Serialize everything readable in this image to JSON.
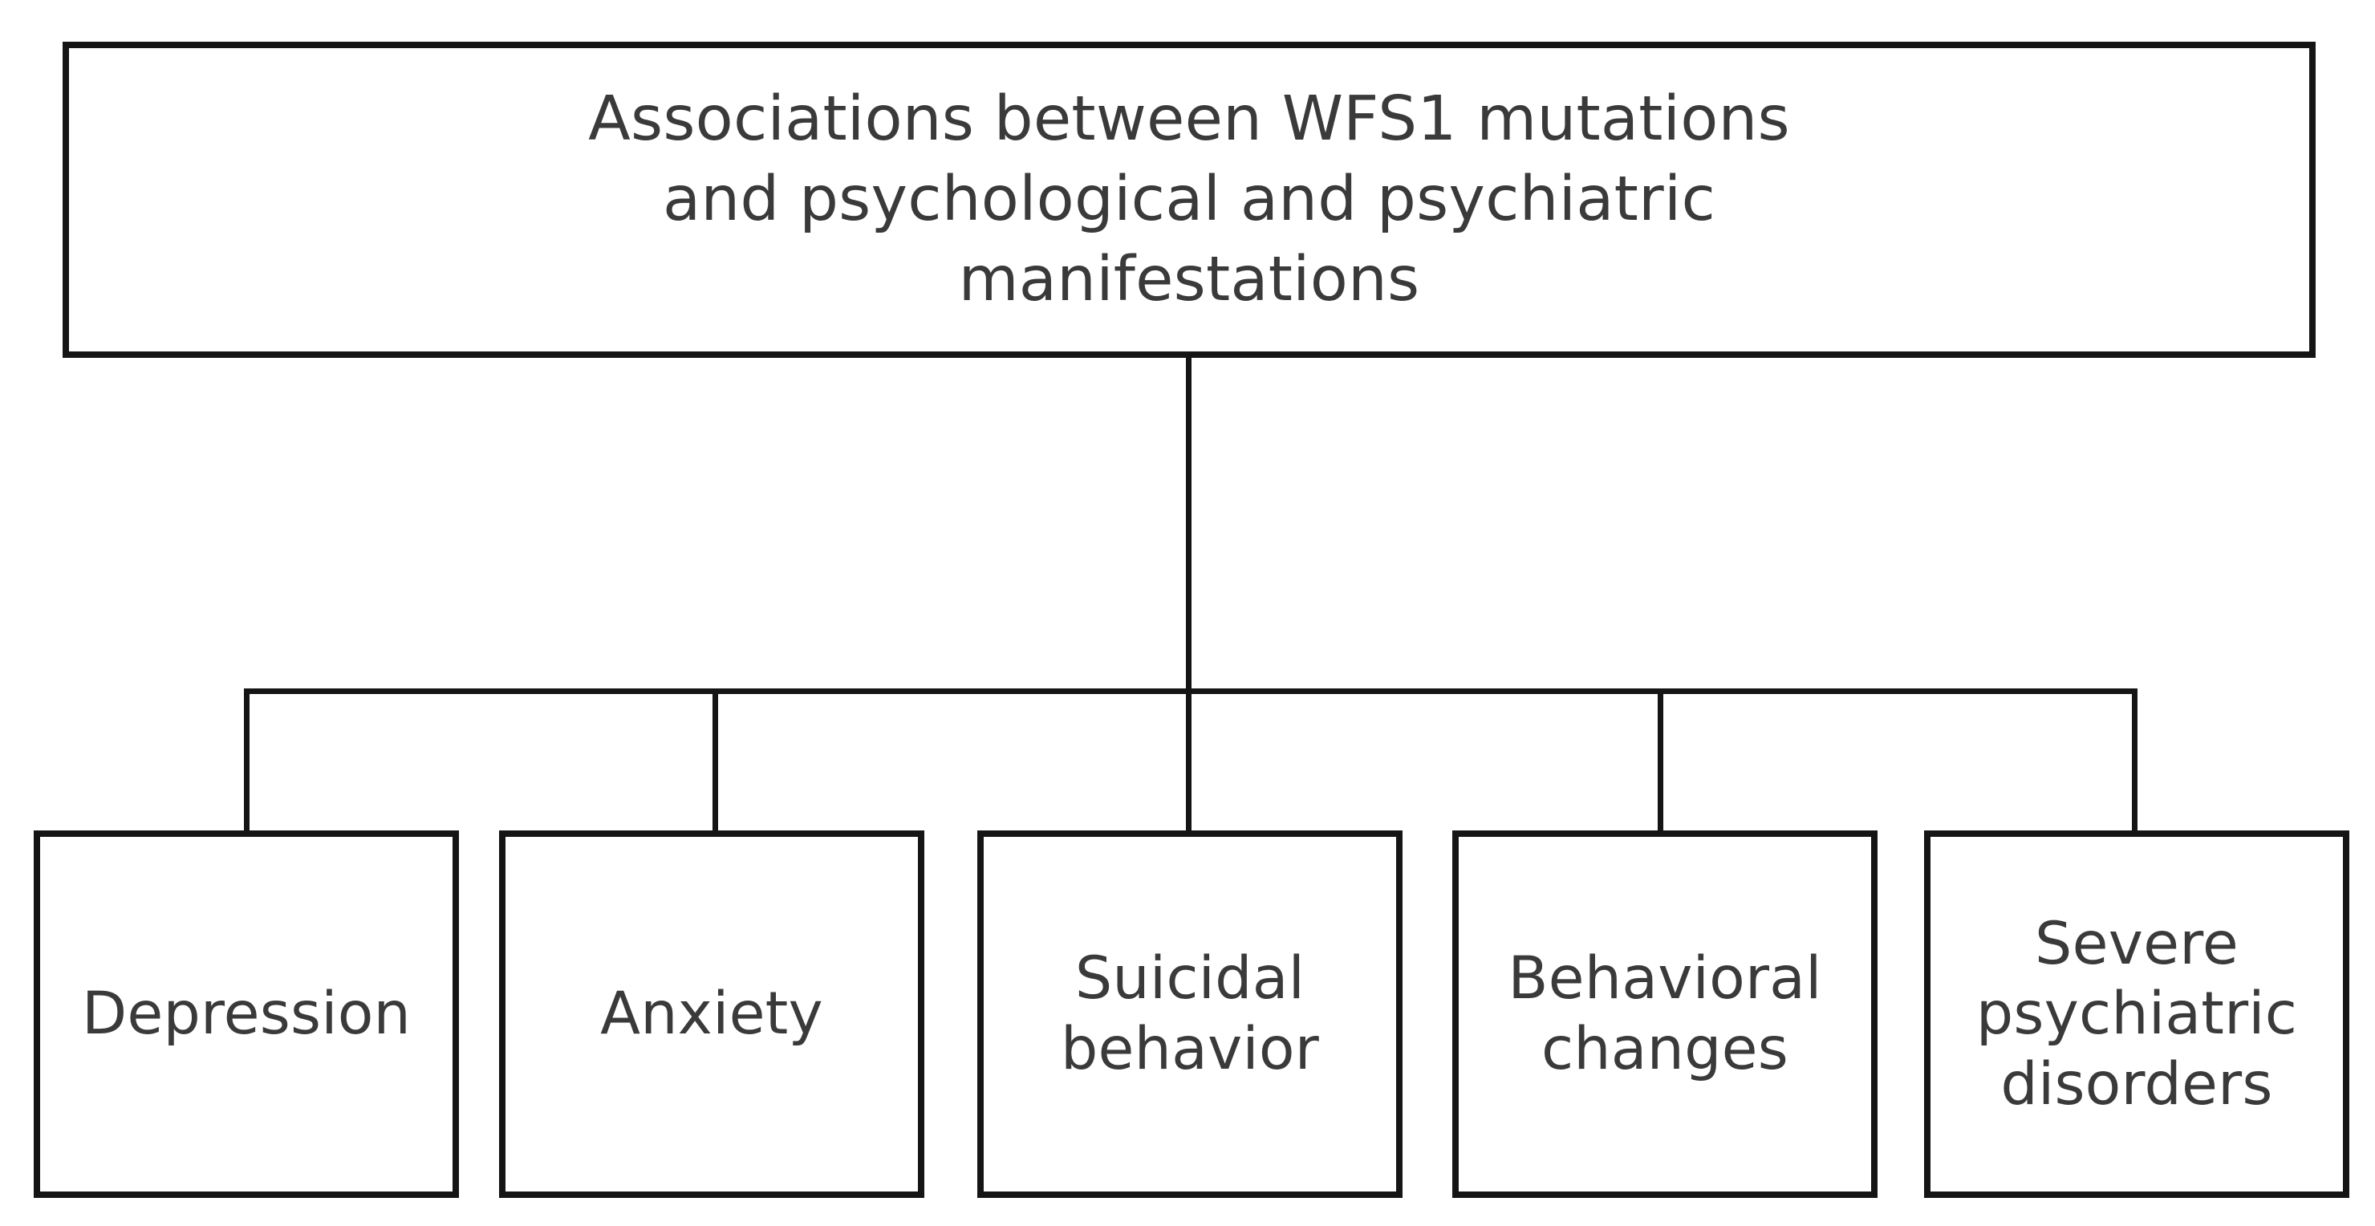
{
  "diagram": {
    "type": "tree",
    "orientation": "top-down",
    "title": "Associations between WFS1 mutations and psychological and psychiatric manifestations",
    "colors": {
      "border": "#151515",
      "box_fill": "#ffffff",
      "text": "#3a3a3a",
      "connector": "#151515",
      "background": "#ffffff"
    },
    "root": {
      "id": "root",
      "label": "Associations between WFS1 mutations\nand psychological and psychiatric\nmanifestations",
      "line1": "Associations between WFS1 mutations",
      "line2": "and psychological and psychiatric",
      "line3": "manifestations"
    },
    "children": [
      {
        "id": "depression",
        "label": "Depression"
      },
      {
        "id": "anxiety",
        "label": "Anxiety"
      },
      {
        "id": "suicidal-behavior",
        "label": "Suicidal\nbehavior"
      },
      {
        "id": "behavioral-changes",
        "label": "Behavioral\nchanges"
      },
      {
        "id": "severe-psychiatric",
        "label": "Severe\npsychiatric\ndisorders"
      }
    ],
    "edges": [
      {
        "from": "root",
        "to": "depression"
      },
      {
        "from": "root",
        "to": "anxiety"
      },
      {
        "from": "root",
        "to": "suicidal-behavior"
      },
      {
        "from": "root",
        "to": "behavioral-changes"
      },
      {
        "from": "root",
        "to": "severe-psychiatric"
      }
    ]
  }
}
